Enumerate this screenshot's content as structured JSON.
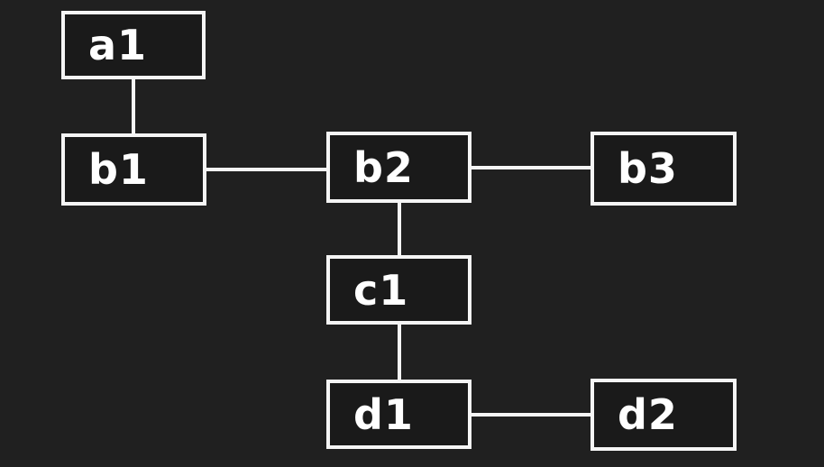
{
  "diagram": {
    "background_color": "#202020",
    "node_fill_color": "#1a1a1a",
    "stroke_color": "#f5f5f5",
    "text_color": "#ffffff",
    "nodes": [
      {
        "id": "a1",
        "label": "a1"
      },
      {
        "id": "b1",
        "label": "b1"
      },
      {
        "id": "b2",
        "label": "b2"
      },
      {
        "id": "b3",
        "label": "b3"
      },
      {
        "id": "c1",
        "label": "c1"
      },
      {
        "id": "d1",
        "label": "d1"
      },
      {
        "id": "d2",
        "label": "d2"
      }
    ],
    "edges": [
      {
        "from": "a1",
        "to": "b1",
        "orientation": "vertical"
      },
      {
        "from": "b1",
        "to": "b2",
        "orientation": "horizontal"
      },
      {
        "from": "b2",
        "to": "b3",
        "orientation": "horizontal"
      },
      {
        "from": "b2",
        "to": "c1",
        "orientation": "vertical"
      },
      {
        "from": "c1",
        "to": "d1",
        "orientation": "vertical"
      },
      {
        "from": "d1",
        "to": "d2",
        "orientation": "horizontal"
      }
    ]
  }
}
